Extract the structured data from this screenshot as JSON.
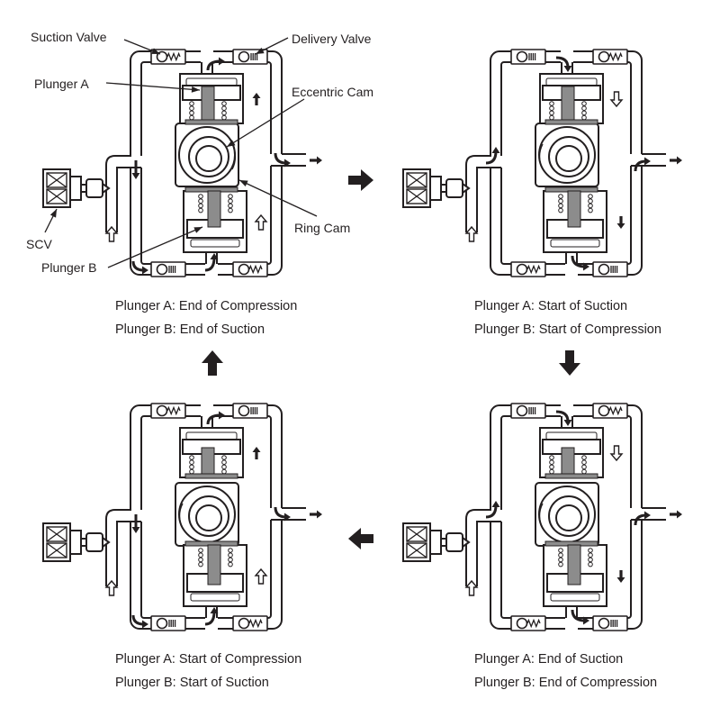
{
  "diagram": {
    "title": "Supply pump operation cycle (two-plunger, eccentric cam)",
    "component_labels": {
      "suction_valve": "Suction Valve",
      "delivery_valve": "Delivery Valve",
      "plunger_a": "Plunger A",
      "eccentric_cam": "Eccentric Cam",
      "ring_cam": "Ring Cam",
      "scv": "SCV",
      "plunger_b": "Plunger B"
    },
    "panels": [
      {
        "id": "top-left",
        "stage": 1,
        "plunger_a_state": "Plunger A: End of Compression",
        "plunger_b_state": "Plunger B: End of Suction",
        "plunger_a_motion": "up",
        "plunger_b_motion": "up",
        "cam_position": "up",
        "inlet_flow": "down",
        "top_flow": "delivery",
        "bottom_flow": "suction"
      },
      {
        "id": "top-right",
        "stage": 2,
        "plunger_a_state": "Plunger A: Start of Suction",
        "plunger_b_state": "Plunger B: Start of Compression",
        "plunger_a_motion": "down",
        "plunger_b_motion": "down",
        "cam_position": "up",
        "inlet_flow": "up",
        "top_flow": "suction",
        "bottom_flow": "delivery"
      },
      {
        "id": "bottom-right",
        "stage": 3,
        "plunger_a_state": "Plunger A: End of Suction",
        "plunger_b_state": "Plunger B: End of Compression",
        "plunger_a_motion": "down",
        "plunger_b_motion": "down",
        "cam_position": "down",
        "inlet_flow": "up",
        "top_flow": "suction",
        "bottom_flow": "delivery"
      },
      {
        "id": "bottom-left",
        "stage": 4,
        "plunger_a_state": "Plunger A: Start of Compression",
        "plunger_b_state": "Plunger B: Start of Suction",
        "plunger_a_motion": "up",
        "plunger_b_motion": "up",
        "cam_position": "down",
        "inlet_flow": "down",
        "top_flow": "delivery",
        "bottom_flow": "suction"
      }
    ],
    "transitions": [
      {
        "from": 1,
        "to": 2,
        "direction": "right"
      },
      {
        "from": 2,
        "to": 3,
        "direction": "down"
      },
      {
        "from": 3,
        "to": 4,
        "direction": "left"
      },
      {
        "from": 4,
        "to": 1,
        "direction": "up"
      }
    ],
    "colors": {
      "line": "#231f20",
      "plunger_fill": "#8c8c8c",
      "background": "#ffffff"
    }
  }
}
